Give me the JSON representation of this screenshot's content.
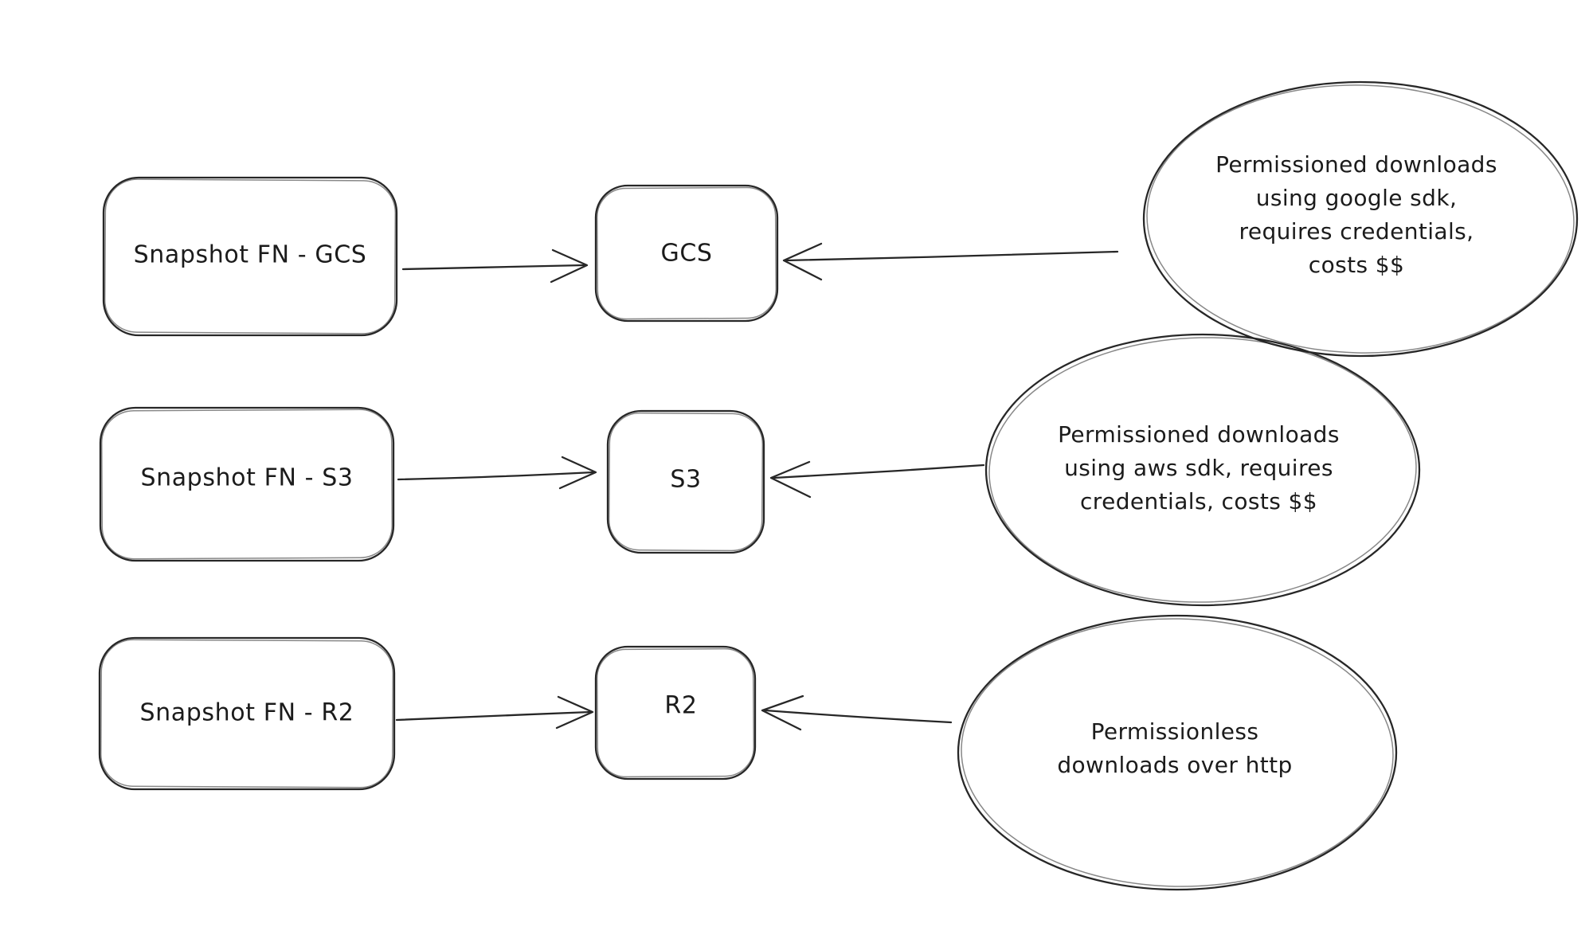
{
  "diagram": {
    "background": "#ffffff",
    "stroke_color": "#272727",
    "rows": [
      {
        "source_label": "Snapshot FN - GCS",
        "target_label": "GCS",
        "note_lines": [
          "Permissioned downloads",
          "using google sdk,",
          "requires credentials,",
          "costs $$"
        ]
      },
      {
        "source_label": "Snapshot FN - S3",
        "target_label": "S3",
        "note_lines": [
          "Permissioned downloads",
          "using aws sdk, requires",
          "credentials, costs $$"
        ]
      },
      {
        "source_label": "Snapshot FN - R2",
        "target_label": "R2",
        "note_lines": [
          "Permissionless",
          "downloads over http"
        ]
      }
    ]
  }
}
